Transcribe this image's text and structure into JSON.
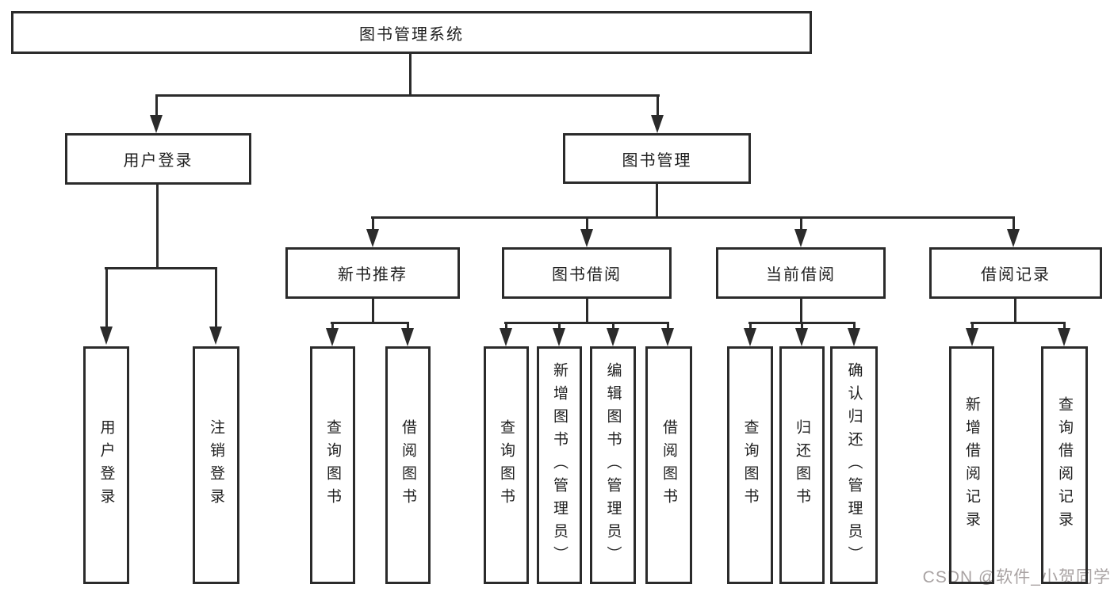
{
  "tree": {
    "root": {
      "label": "图书管理系统",
      "children": [
        {
          "label": "用户登录",
          "children": [
            {
              "label": "用户登录"
            },
            {
              "label": "注销登录"
            }
          ]
        },
        {
          "label": "图书管理",
          "children": [
            {
              "label": "新书推荐",
              "children": [
                {
                  "label": "查询图书"
                },
                {
                  "label": "借阅图书"
                }
              ]
            },
            {
              "label": "图书借阅",
              "children": [
                {
                  "label": "查询图书"
                },
                {
                  "label": "新增图书（管理员）"
                },
                {
                  "label": "编辑图书（管理员）"
                },
                {
                  "label": "借阅图书"
                }
              ]
            },
            {
              "label": "当前借阅",
              "children": [
                {
                  "label": "查询图书"
                },
                {
                  "label": "归还图书"
                },
                {
                  "label": "确认归还（管理员）"
                }
              ]
            },
            {
              "label": "借阅记录",
              "children": [
                {
                  "label": "新增借阅记录"
                },
                {
                  "label": "查询借阅记录"
                }
              ]
            }
          ]
        }
      ]
    }
  },
  "watermark": {
    "text": "CSDN @软件_小贺同学"
  },
  "colors": {
    "line": "#2b2b2b",
    "text": "#1f1f1f",
    "watermark_text": "#a9a3a3",
    "background": "#ffffff"
  }
}
